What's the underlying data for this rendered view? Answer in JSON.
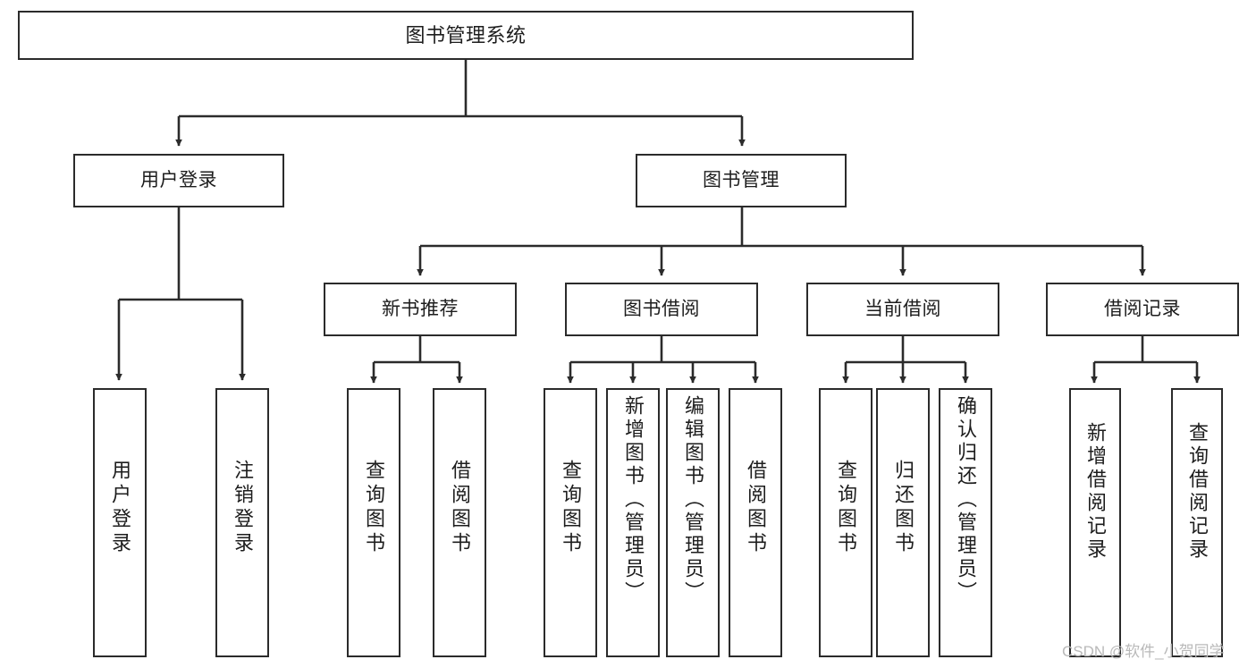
{
  "diagram": {
    "title": "图书管理系统",
    "watermark": "CSDN @软件_小贺同学",
    "line_color": "#2b2b2b",
    "box_fill": "#ffffff",
    "text_color": "#1d1d1d",
    "watermark_color": "#b9b9b9"
  },
  "nodes": {
    "root": {
      "label": "图书管理系统"
    },
    "level1": [
      {
        "id": "user-login",
        "label": "用户登录"
      },
      {
        "id": "book-manage",
        "label": "图书管理"
      }
    ],
    "level2": [
      {
        "id": "new-book-recommend",
        "label": "新书推荐"
      },
      {
        "id": "book-borrow",
        "label": "图书借阅"
      },
      {
        "id": "current-borrow",
        "label": "当前借阅"
      },
      {
        "id": "borrow-record",
        "label": "借阅记录"
      }
    ],
    "leaves": {
      "user_login": [
        {
          "id": "leaf-user-login",
          "label": "用户登录"
        },
        {
          "id": "leaf-logout-login",
          "label": "注销登录"
        }
      ],
      "new_book_recommend": [
        {
          "id": "leaf-query-book-1",
          "label": "查询图书"
        },
        {
          "id": "leaf-borrow-book-1",
          "label": "借阅图书"
        }
      ],
      "book_borrow": [
        {
          "id": "leaf-query-book-2",
          "label": "查询图书"
        },
        {
          "id": "leaf-add-book",
          "label": "新增图书（管理员）"
        },
        {
          "id": "leaf-edit-book",
          "label": "编辑图书（管理员）"
        },
        {
          "id": "leaf-borrow-book-2",
          "label": "借阅图书"
        }
      ],
      "current_borrow": [
        {
          "id": "leaf-query-book-3",
          "label": "查询图书"
        },
        {
          "id": "leaf-return-book",
          "label": "归还图书"
        },
        {
          "id": "leaf-confirm-return",
          "label": "确认归还（管理员）"
        }
      ],
      "borrow_record": [
        {
          "id": "leaf-add-record",
          "label": "新增借阅记录"
        },
        {
          "id": "leaf-query-record",
          "label": "查询借阅记录"
        }
      ]
    }
  }
}
